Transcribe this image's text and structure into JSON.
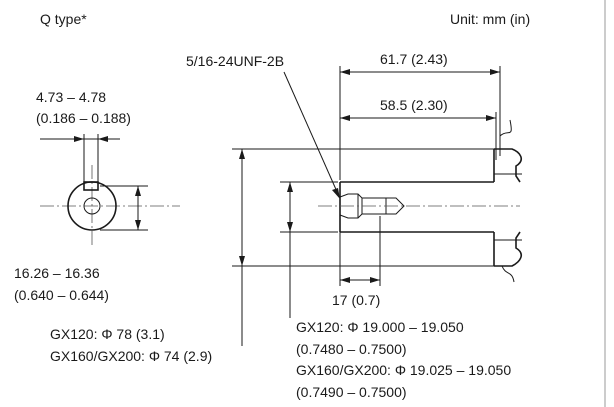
{
  "header": {
    "type_label": "Q type*",
    "unit_label": "Unit: mm (in)"
  },
  "end_view": {
    "keyway_width_mm": "4.73 – 4.78",
    "keyway_width_in": "(0.186 – 0.188)",
    "key_height_mm": "16.26 – 16.36",
    "key_height_in": "(0.640 – 0.644)"
  },
  "side_view": {
    "thread_spec": "5/16-24UNF-2B",
    "length_outer": "61.7 (2.43)",
    "length_inner": "58.5 (2.30)",
    "thread_depth": "17 (0.7)"
  },
  "notes": {
    "pcd_line1": "GX120: Φ 78 (3.1)",
    "pcd_line2": "GX160/GX200: Φ 74 (2.9)",
    "shaft_line1": "GX120: Φ 19.000 – 19.050",
    "shaft_line2": "(0.7480 – 0.7500)",
    "shaft_line3": "GX160/GX200: Φ 19.025 – 19.050",
    "shaft_line4": "(0.7490 – 0.7500)"
  }
}
